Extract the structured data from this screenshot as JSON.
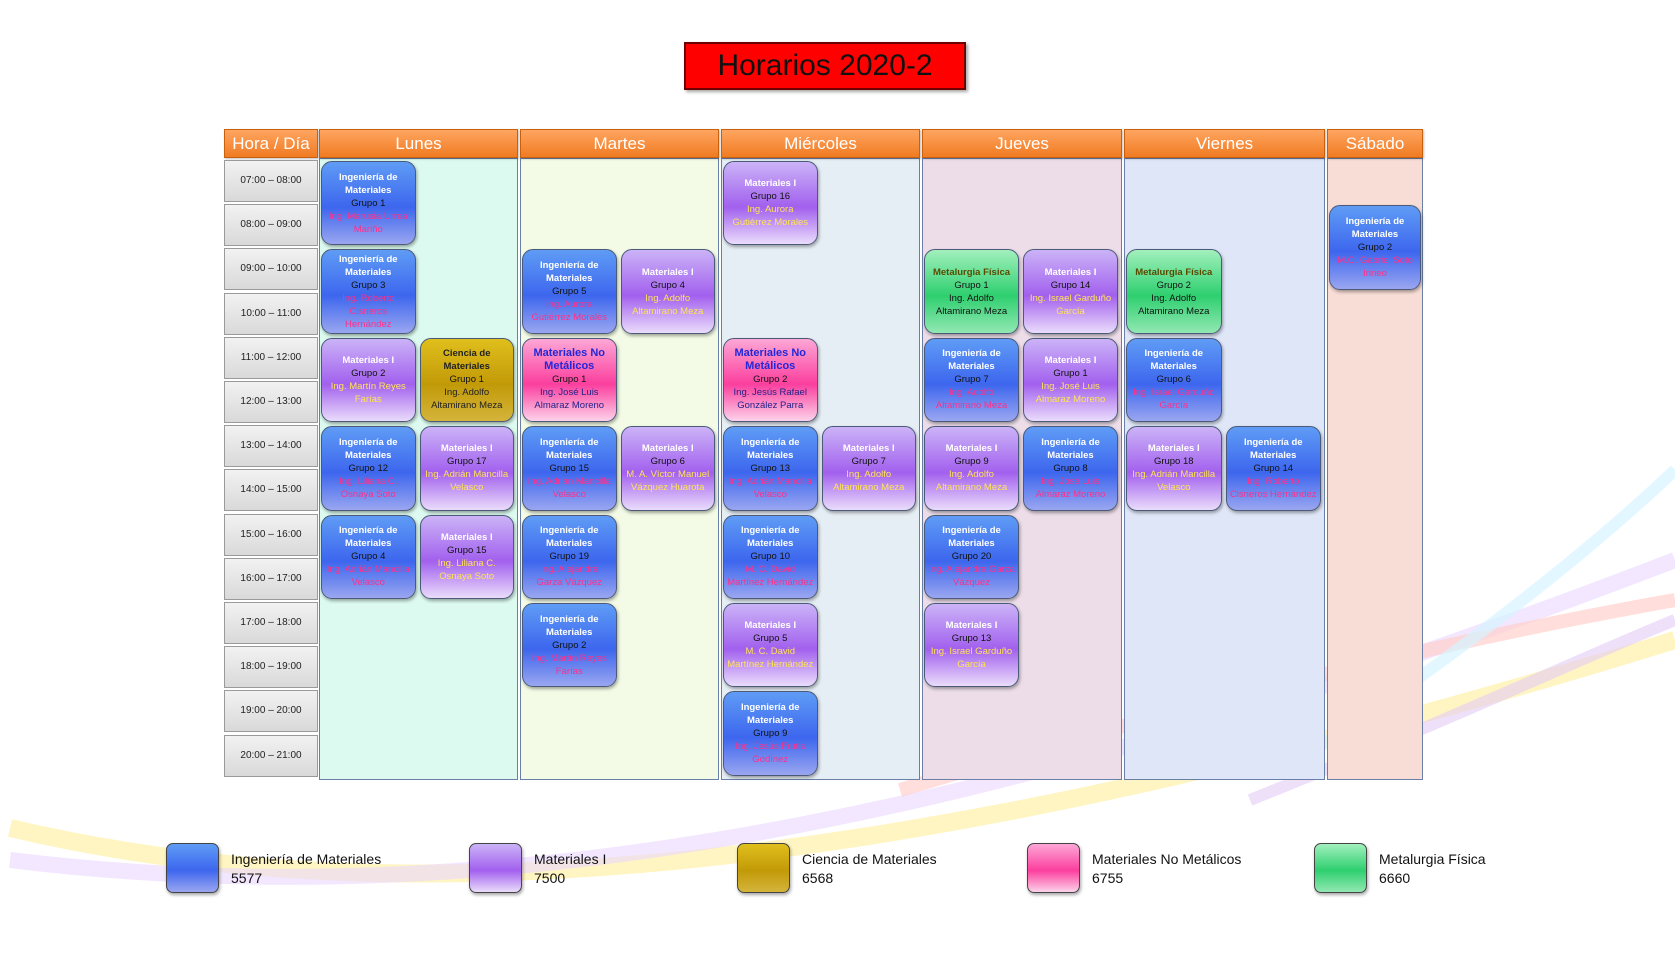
{
  "title": "Horarios 2020-2",
  "header_first": "Hora / Día",
  "days": [
    "Lunes",
    "Martes",
    "Miércoles",
    "Jueves",
    "Viernes",
    "Sábado"
  ],
  "day_colors": [
    "#dcfaef",
    "#f3fbe6",
    "#e6eef5",
    "#ecdde9",
    "#dfe6f7",
    "#f8dcd6"
  ],
  "times": [
    "07:00 – 08:00",
    "08:00 – 09:00",
    "09:00 – 10:00",
    "10:00 – 11:00",
    "11:00 – 12:00",
    "12:00 – 13:00",
    "13:00 – 14:00",
    "14:00 – 15:00",
    "15:00 – 16:00",
    "16:00 – 17:00",
    "17:00 – 18:00",
    "18:00 – 19:00",
    "19:00 – 20:00",
    "20:00 – 21:00"
  ],
  "courses": [
    {
      "key": "blue",
      "name": "Ingeniería de Materiales",
      "code": "5577",
      "color": "#3d66ee"
    },
    {
      "key": "purp",
      "name": "Materiales I",
      "code": "7500",
      "color": "#a260ee"
    },
    {
      "key": "gold",
      "name": "Ciencia de Materiales",
      "code": "6568",
      "color": "#c29a08"
    },
    {
      "key": "pink",
      "name": "Materiales No Metálicos",
      "code": "6755",
      "color": "#fb3f9e"
    },
    {
      "key": "green",
      "name": "Metalurgia Física",
      "code": "6660",
      "color": "#2ecf6f"
    }
  ],
  "classes": [
    {
      "day": 0,
      "sub": 0,
      "start": 0,
      "end": 2,
      "type": "blue",
      "course": "Ingeniería de Materiales",
      "group": "Grupo 1",
      "prof": "Ing. Marusia Urrea Mariño"
    },
    {
      "day": 0,
      "sub": 0,
      "start": 2,
      "end": 4,
      "type": "blue",
      "course": "Ingeniería de Materiales",
      "group": "Grupo 3",
      "prof": "Ing. Roberto Cisneros Hernández"
    },
    {
      "day": 0,
      "sub": 0,
      "start": 4,
      "end": 6,
      "type": "purp",
      "course": "Materiales I",
      "group": "Grupo 2",
      "prof": "Ing. Martín Reyes Farías"
    },
    {
      "day": 0,
      "sub": 1,
      "start": 4,
      "end": 6,
      "type": "gold",
      "course": "Ciencia de Materiales",
      "group": "Grupo 1",
      "prof": "Ing. Adolfo Altamirano Meza"
    },
    {
      "day": 0,
      "sub": 0,
      "start": 6,
      "end": 8,
      "type": "blue",
      "course": "Ingeniería de Materiales",
      "group": "Grupo 12",
      "prof": "Ing. Liliana C. Osnaya Soto"
    },
    {
      "day": 0,
      "sub": 1,
      "start": 6,
      "end": 8,
      "type": "purp",
      "course": "Materiales I",
      "group": "Grupo 17",
      "prof": "Ing. Adrián Mancilla Velasco"
    },
    {
      "day": 0,
      "sub": 0,
      "start": 8,
      "end": 10,
      "type": "blue",
      "course": "Ingeniería de Materiales",
      "group": "Grupo 4",
      "prof": "Ing. Adrián Mancilla Velasco"
    },
    {
      "day": 0,
      "sub": 1,
      "start": 8,
      "end": 10,
      "type": "purp",
      "course": "Materiales I",
      "group": "Grupo 15",
      "prof": "Ing. Liliana C. Osnaya Soto"
    },
    {
      "day": 1,
      "sub": 0,
      "start": 2,
      "end": 4,
      "type": "blue",
      "course": "Ingeniería de Materiales",
      "group": "Grupo 5",
      "prof": "Ing. Aurora Gutiérrez Morales"
    },
    {
      "day": 1,
      "sub": 1,
      "start": 2,
      "end": 4,
      "type": "purp",
      "course": "Materiales I",
      "group": "Grupo 4",
      "prof": "Ing. Adolfo Altamirano Meza"
    },
    {
      "day": 1,
      "sub": 0,
      "start": 4,
      "end": 6,
      "type": "pink",
      "course": "Materiales No Metálicos",
      "group": "Grupo 1",
      "prof": "Ing. José Luis Almaraz Moreno"
    },
    {
      "day": 1,
      "sub": 0,
      "start": 6,
      "end": 8,
      "type": "blue",
      "course": "Ingeniería de Materiales",
      "group": "Grupo 15",
      "prof": "Ing. Adrián Mancilla Velasco"
    },
    {
      "day": 1,
      "sub": 1,
      "start": 6,
      "end": 8,
      "type": "purp",
      "course": "Materiales I",
      "group": "Grupo 6",
      "prof": "M. A. Víctor Manuel Vázquez Huarota"
    },
    {
      "day": 1,
      "sub": 0,
      "start": 8,
      "end": 10,
      "type": "blue",
      "course": "Ingeniería de Materiales",
      "group": "Grupo 19",
      "prof": "Ing. Alejandra Garza Vázquez"
    },
    {
      "day": 1,
      "sub": 0,
      "start": 10,
      "end": 12,
      "type": "blue",
      "course": "Ingeniería de Materiales",
      "group": "Grupo 2",
      "prof": "Ing. Martín Reyes Farías"
    },
    {
      "day": 2,
      "sub": 0,
      "start": 0,
      "end": 2,
      "type": "purp",
      "course": "Materiales I",
      "group": "Grupo 16",
      "prof": "Ing. Aurora Gutiérrez Morales"
    },
    {
      "day": 2,
      "sub": 0,
      "start": 4,
      "end": 6,
      "type": "pink",
      "course": "Materiales No Metálicos",
      "group": "Grupo 2",
      "prof": "Ing. Jesús Rafael González Parra"
    },
    {
      "day": 2,
      "sub": 0,
      "start": 6,
      "end": 8,
      "type": "blue",
      "course": "Ingeniería de Materiales",
      "group": "Grupo 13",
      "prof": "Ing. Adrián Mancilla Velasco"
    },
    {
      "day": 2,
      "sub": 1,
      "start": 6,
      "end": 8,
      "type": "purp",
      "course": "Materiales I",
      "group": "Grupo 7",
      "prof": "Ing. Adolfo Altamirano Meza"
    },
    {
      "day": 2,
      "sub": 0,
      "start": 8,
      "end": 10,
      "type": "blue",
      "course": "Ingeniería de Materiales",
      "group": "Grupo 10",
      "prof": "M. C. David Martínez Hernández"
    },
    {
      "day": 2,
      "sub": 0,
      "start": 10,
      "end": 12,
      "type": "purp",
      "course": "Materiales I",
      "group": "Grupo 5",
      "prof": "M. C. David Martínez Hernández"
    },
    {
      "day": 2,
      "sub": 0,
      "start": 12,
      "end": 14,
      "type": "blue",
      "course": "Ingeniería de Materiales",
      "group": "Grupo 9",
      "prof": "Ing. Jesús Frutis Godínez"
    },
    {
      "day": 3,
      "sub": 0,
      "start": 2,
      "end": 4,
      "type": "green",
      "course": "Metalurgia Física",
      "group": "Grupo 1",
      "prof": "Ing. Adolfo Altamirano Meza"
    },
    {
      "day": 3,
      "sub": 1,
      "start": 2,
      "end": 4,
      "type": "purp",
      "course": "Materiales I",
      "group": "Grupo 14",
      "prof": "Ing. Israel Garduño García"
    },
    {
      "day": 3,
      "sub": 0,
      "start": 4,
      "end": 6,
      "type": "blue",
      "course": "Ingeniería de Materiales",
      "group": "Grupo 7",
      "prof": "Ing. Adolfo Altamirano Meza"
    },
    {
      "day": 3,
      "sub": 1,
      "start": 4,
      "end": 6,
      "type": "purp",
      "course": "Materiales I",
      "group": "Grupo 1",
      "prof": "Ing. José Luis Almaraz Moreno"
    },
    {
      "day": 3,
      "sub": 0,
      "start": 6,
      "end": 8,
      "type": "purp",
      "course": "Materiales I",
      "group": "Grupo 9",
      "prof": "Ing. Adolfo Altamirano Meza"
    },
    {
      "day": 3,
      "sub": 1,
      "start": 6,
      "end": 8,
      "type": "blue",
      "course": "Ingeniería de Materiales",
      "group": "Grupo 8",
      "prof": "Ing. José Luis Almaraz Moreno"
    },
    {
      "day": 3,
      "sub": 0,
      "start": 8,
      "end": 10,
      "type": "blue",
      "course": "Ingeniería de Materiales",
      "group": "Grupo 20",
      "prof": "Ing. Alejandra Garza Vázquez"
    },
    {
      "day": 3,
      "sub": 0,
      "start": 10,
      "end": 12,
      "type": "purp",
      "course": "Materiales I",
      "group": "Grupo 13",
      "prof": "Ing. Israel Garduño García"
    },
    {
      "day": 4,
      "sub": 0,
      "start": 2,
      "end": 4,
      "type": "green",
      "course": "Metalurgia Física",
      "group": "Grupo 2",
      "prof": "Ing. Adolfo Altamirano Meza"
    },
    {
      "day": 4,
      "sub": 0,
      "start": 4,
      "end": 6,
      "type": "blue",
      "course": "Ingeniería de Materiales",
      "group": "Grupo 6",
      "prof": "Ing. Israel Garduño García"
    },
    {
      "day": 4,
      "sub": 0,
      "start": 6,
      "end": 8,
      "type": "purp",
      "course": "Materiales I",
      "group": "Grupo 18",
      "prof": "Ing. Adrián Mancilla Velasco"
    },
    {
      "day": 4,
      "sub": 1,
      "start": 6,
      "end": 8,
      "type": "blue",
      "course": "Ingeniería de Materiales",
      "group": "Grupo 14",
      "prof": "Ing. Roberto Cisneros Hernández"
    },
    {
      "day": 5,
      "sub": 0,
      "start": 1,
      "end": 3,
      "type": "blue",
      "course": "Ingeniería de Materiales",
      "group": "Grupo 2",
      "prof": "M.C. Gabriel Soto Irineo"
    }
  ]
}
